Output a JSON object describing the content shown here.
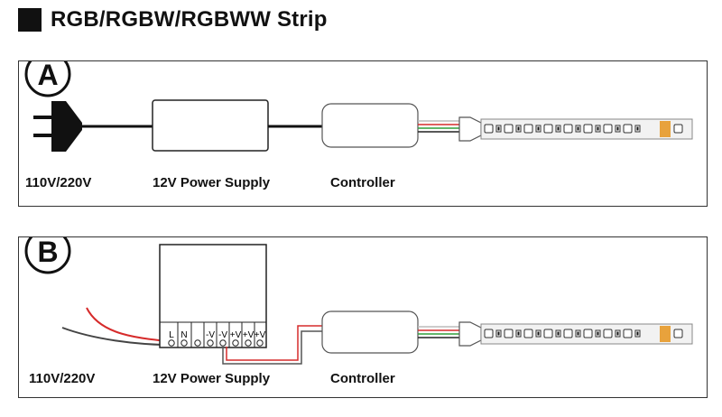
{
  "title": "RGB/RGBW/RGBWW Strip",
  "panel_a": {
    "badge": "A",
    "labels": {
      "mains": "110V/220V",
      "psu": "12V Power Supply",
      "controller": "Controller"
    }
  },
  "panel_b": {
    "badge": "B",
    "labels": {
      "mains": "110V/220V",
      "psu": "12V Power Supply",
      "controller": "Controller"
    },
    "terminals": [
      "L",
      "N",
      "-V",
      "-V",
      "+V",
      "+V",
      "+V"
    ]
  },
  "colors": {
    "wire_red": "#d62b2b",
    "wire_green": "#2e9e3a",
    "wire_black": "#222222",
    "strip": "#f2f2f2",
    "led_orange": "#e8a23c"
  }
}
